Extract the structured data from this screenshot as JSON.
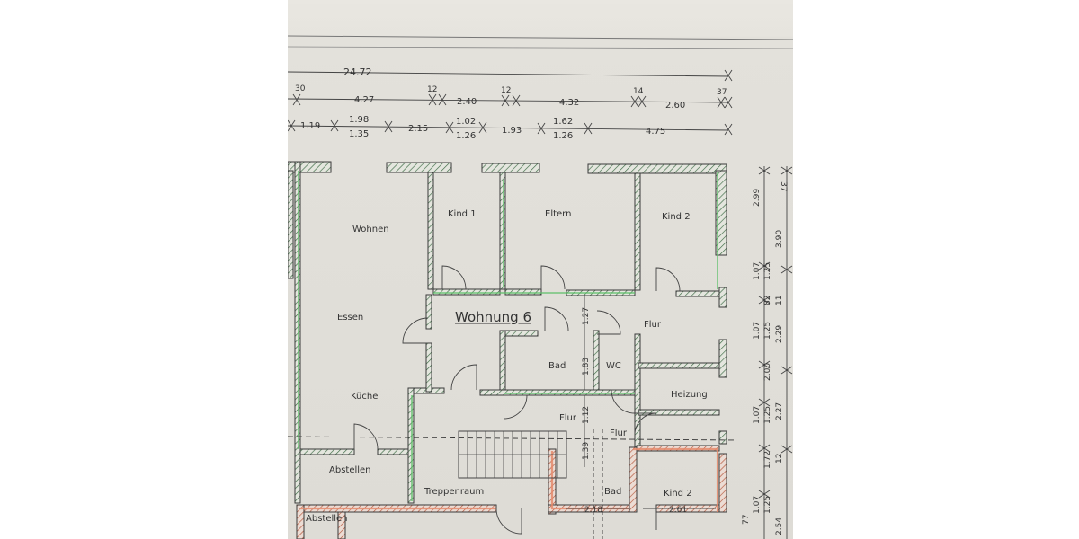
{
  "dimensions": {
    "overall_top": "24.72",
    "row2": [
      "30",
      "4.27",
      "12",
      "2.40",
      "12",
      "4.32",
      "14",
      "2.60",
      "37"
    ],
    "row3_top": [
      "1.19",
      "1.98",
      "2.15",
      "1.02",
      "1.93",
      "1.62",
      "4.75"
    ],
    "row3_bottom": [
      "1.35",
      "1.26",
      "1.26"
    ],
    "right_vertical": [
      "37",
      "2.99",
      "3.90",
      "1.07",
      "1.25",
      "82",
      "11",
      "1.07",
      "1.25",
      "2.29",
      "2.00",
      "1.07",
      "1.25",
      "2.27",
      "1.72",
      "12",
      "1.07",
      "1.25",
      "77",
      "2.54"
    ],
    "interior": [
      "1.27",
      "1.83",
      "1.12",
      "1.39",
      "2.18",
      "2.61"
    ]
  },
  "rooms": {
    "wohnen": "Wohnen",
    "kind1": "Kind 1",
    "eltern": "Eltern",
    "kind2": "Kind 2",
    "essen": "Essen",
    "wohnung": "Wohnung 6",
    "flur_top": "Flur",
    "bad": "Bad",
    "wc": "WC",
    "heizung": "Heizung",
    "kueche": "Küche",
    "flur_mid": "Flur",
    "flur_low": "Flur",
    "abstellen": "Abstellen",
    "treppenraum": "Treppenraum",
    "bad_low": "Bad",
    "kind2_low": "Kind 2",
    "abstellen_low": "Abstellen"
  }
}
